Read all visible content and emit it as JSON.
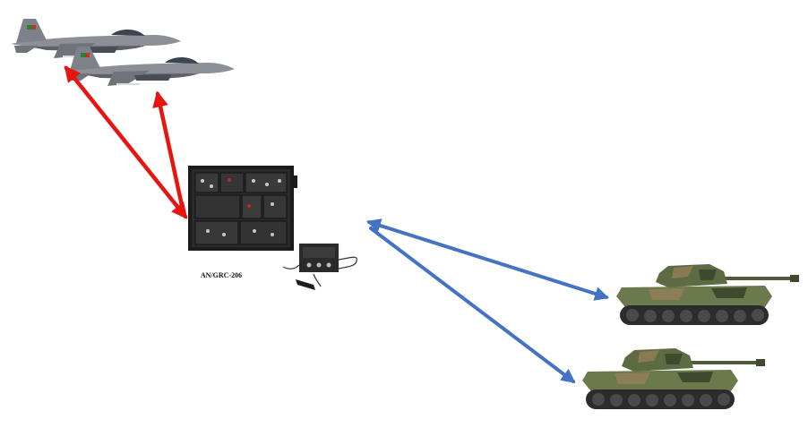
{
  "radio": {
    "label": "AN/GRC-206",
    "icon": "military-radio-rack-icon"
  },
  "aircraft": {
    "icon": "fighter-jet-icon",
    "count": 2
  },
  "tanks": {
    "icon": "battle-tank-icon",
    "count": 2
  },
  "links": {
    "air_link_color": "#e8140f",
    "ground_link_color": "#4472c4"
  }
}
